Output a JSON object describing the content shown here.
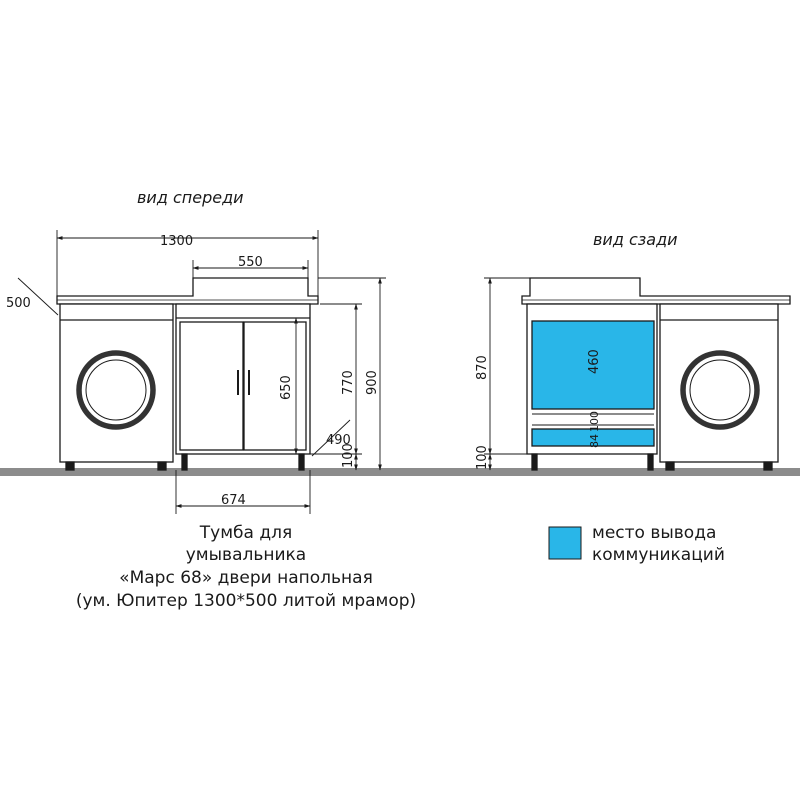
{
  "front_view": {
    "title": "вид спереди",
    "dimensions": {
      "total_width": "1300",
      "basin_width": "550",
      "depth": "500",
      "cabinet_height": "650",
      "height_770": "770",
      "height_900": "900",
      "cabinet_depth": "490",
      "legs_height": "100",
      "cabinet_width": "674"
    }
  },
  "rear_view": {
    "title": "вид сзади",
    "dimensions": {
      "total_height": "870",
      "zone_height": "460",
      "lower_zone": "84",
      "lower_gap": "100",
      "legs_height": "100"
    }
  },
  "caption": {
    "line1": "Тумба для",
    "line2": "умывальника",
    "line3": "«Марс 68» двери напольная",
    "line4": "(ум. Юпитер 1300*500 литой мрамор)"
  },
  "legend": {
    "color": "#29b6e8",
    "line1": "место вывода",
    "line2": "коммуникаций"
  },
  "colors": {
    "floor": "#8c8c8c",
    "accent": "#29b6e8",
    "line": "#1a1a1a"
  }
}
